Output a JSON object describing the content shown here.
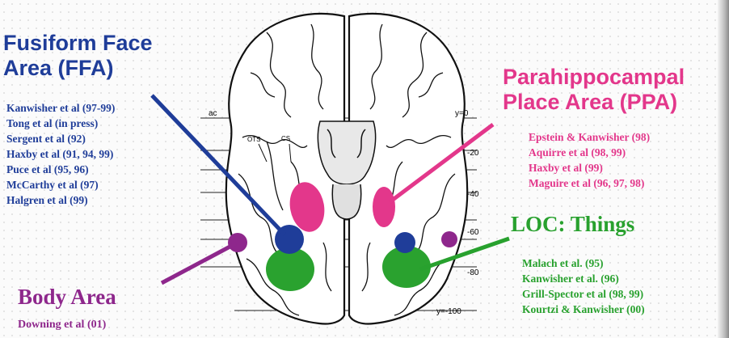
{
  "ffa": {
    "title_line1": "Fusiform Face",
    "title_line2": "Area (FFA)",
    "refs": [
      "Kanwisher et al (97-99)",
      "Tong et al (in press)",
      "Sergent et al (92)",
      "Haxby et al (91, 94, 99)",
      "Puce et al (95, 96)",
      "McCarthy et al (97)",
      "Halgren et al (99)"
    ],
    "color": "#1f3d99"
  },
  "ppa": {
    "title_line1": "Parahippocampal",
    "title_line2": "Place Area (PPA)",
    "refs": [
      "Epstein & Kanwisher (98)",
      "Aquirre et al (98, 99)",
      "Haxby et al (99)",
      "Maguire et al (96, 97, 98)"
    ],
    "color": "#e3378b"
  },
  "loc": {
    "title": "LOC:  Things",
    "refs": [
      "Malach et al. (95)",
      "Kanwisher et al. (96)",
      "Grill-Spector et al (98, 99)",
      "Kourtzi & Kanwisher (00)"
    ],
    "color": "#28a12e"
  },
  "body": {
    "title": "Body Area",
    "refs": [
      "Downing et al (01)"
    ],
    "color": "#8e278c"
  },
  "diagram": {
    "y_labels": [
      "y=0",
      "-20",
      "-40",
      "-60",
      "-80",
      "y=-100"
    ],
    "top_left_label": "ac",
    "sulcus_labels": [
      "OTS",
      "CS"
    ]
  }
}
